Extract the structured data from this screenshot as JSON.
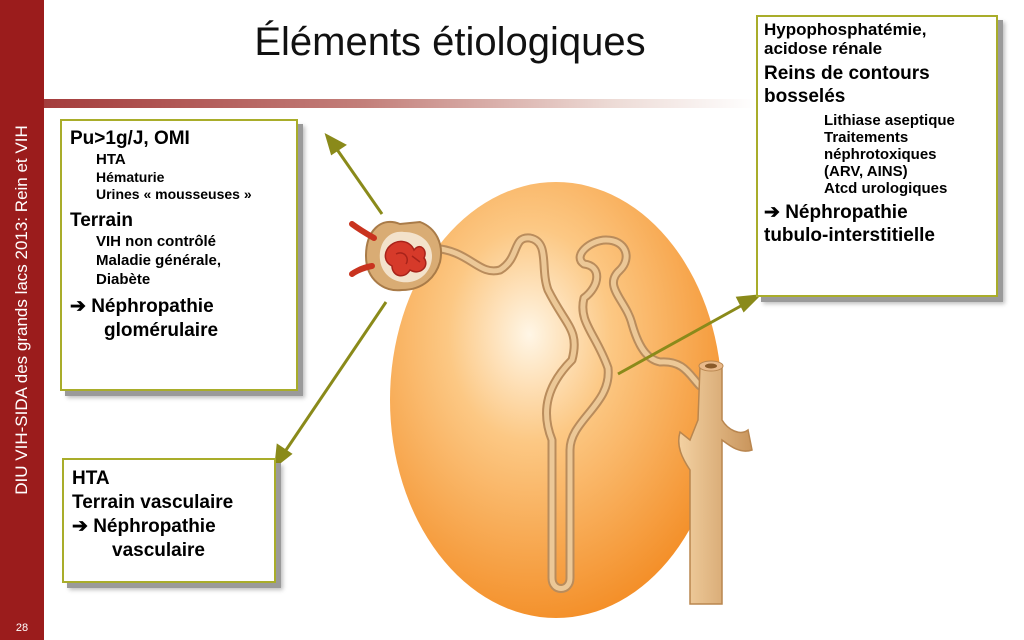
{
  "sidebar": {
    "text": "DIU  VIH-SIDA des grands lacs 2013: Rein et VIH"
  },
  "page_number": "28",
  "title": "Éléments étiologiques",
  "box_left": {
    "heading1": "Pu>1g/J, OMI",
    "items1": [
      "HTA",
      "Hématurie",
      "Urines « mousseuses »"
    ],
    "heading2": "Terrain",
    "items2": [
      "VIH non contrôlé",
      "Maladie générale,",
      "Diabète"
    ],
    "conclusion_line1": "Néphropathie",
    "conclusion_line2": "glomérulaire"
  },
  "box_bottom": {
    "line1": "HTA",
    "line2": "Terrain vasculaire",
    "conclusion_line1": "Néphropathie",
    "conclusion_line2": "vasculaire"
  },
  "box_right": {
    "line1": "Hypophosphatémie,",
    "line2": "acidose rénale",
    "line3": "Reins de contours",
    "line4": "bosselés",
    "items": [
      "Lithiase aseptique",
      "Traitements",
      "néphrotoxiques",
      "(ARV, AINS)",
      "Atcd urologiques"
    ],
    "conclusion_line1": "Néphropathie",
    "conclusion_line2": "tubulo-interstitielle"
  },
  "arrow_glyph": "➔",
  "colors": {
    "sidebar": "#9b1c1c",
    "box_border": "#a9ad2a",
    "arrow": "#8a8a1a",
    "kidney_orange": "#f59a3a",
    "nephron": "#e8c08f"
  }
}
